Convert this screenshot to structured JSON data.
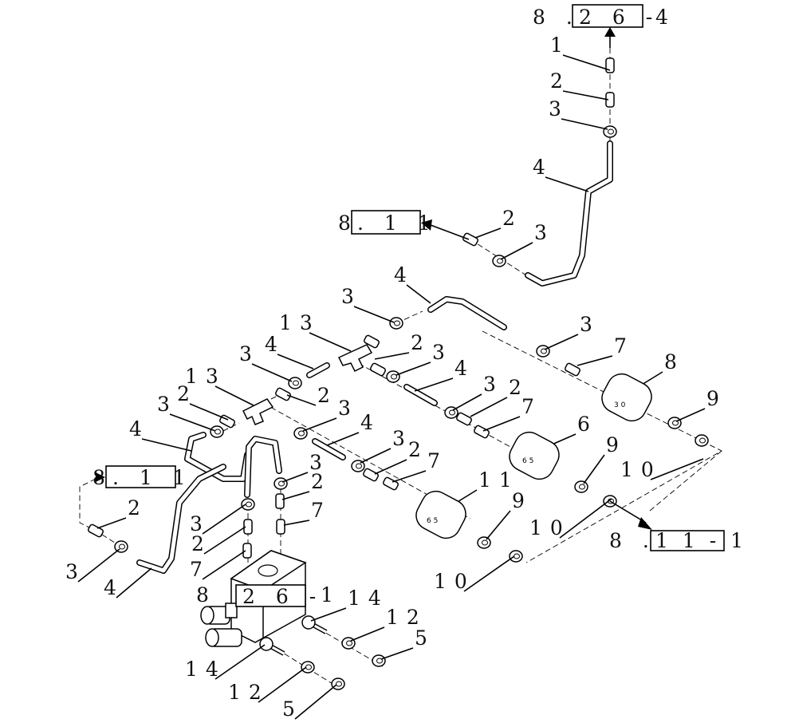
{
  "diagram": {
    "callouts": [
      "1",
      "2",
      "3",
      "4",
      "2",
      "3",
      "4",
      "3",
      "13",
      "3",
      "7",
      "2",
      "3",
      "4",
      "3",
      "8",
      "4",
      "13",
      "2",
      "3",
      "2",
      "2",
      "3",
      "3",
      "9",
      "7",
      "4",
      "6",
      "4",
      "3",
      "2",
      "7",
      "3",
      "2",
      "9",
      "10",
      "11",
      "7",
      "2",
      "9",
      "10",
      "3",
      "2",
      "3",
      "7",
      "4",
      "14",
      "12",
      "10",
      "5",
      "14",
      "12",
      "5"
    ],
    "references": [
      {
        "prefix": "8 .",
        "boxed": "2 6 -",
        "suffix": "4"
      },
      {
        "prefix": "8",
        "boxed": ". 1 1",
        "suffix": ""
      },
      {
        "prefix": "8",
        "boxed": ". 1 1",
        "suffix": ""
      },
      {
        "prefix": "8 .",
        "boxed": "1 1 - 1",
        "suffix": ""
      },
      {
        "prefix": "8",
        "boxed": "2 6 -",
        "suffix": "1"
      }
    ],
    "filter_markings": [
      "3 0",
      "6 5",
      "6 5"
    ]
  }
}
